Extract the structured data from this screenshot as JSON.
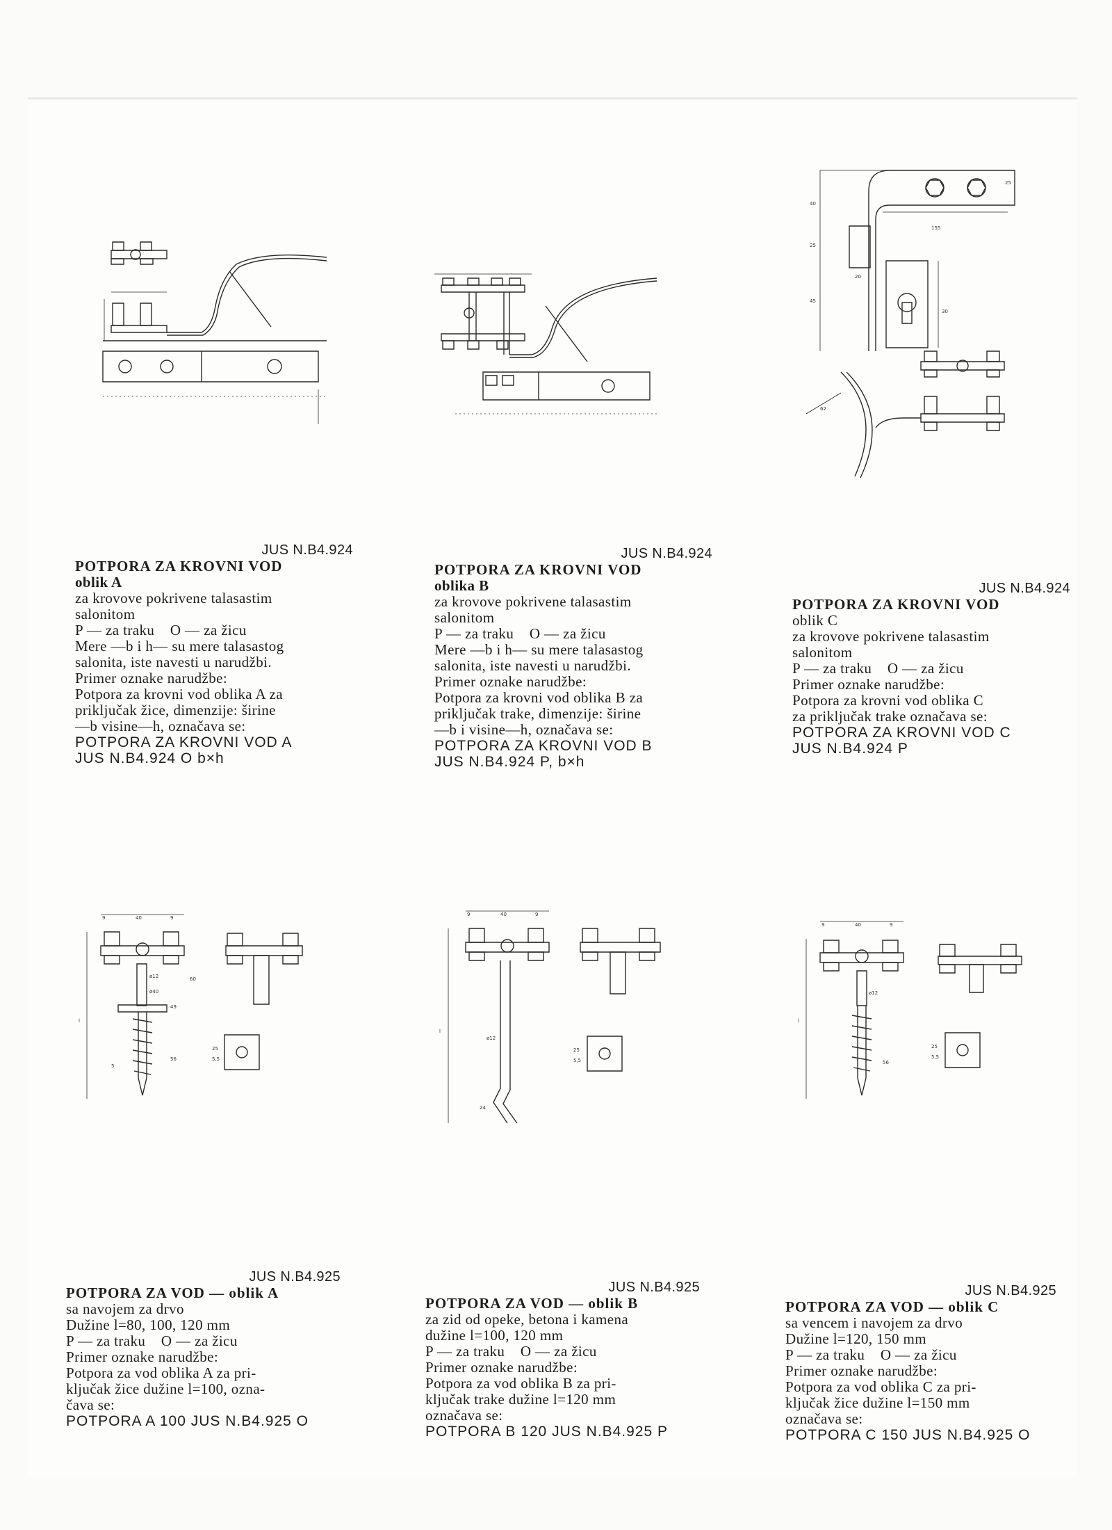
{
  "entries": [
    {
      "code": "JUS N.B4.924",
      "title": "POTPORA ZA KROVNI VOD",
      "subtitle": "oblik A",
      "lines": [
        "za krovove pokrivene talasastim",
        "salonitom",
        "P — za traku    O — za žicu",
        "Mere —b i h— su mere talasastog",
        "salonita, iste navesti u narudžbi.",
        "Primer oznake narudžbe:",
        "Potpora za krovni vod oblika A za",
        "priključak žice, dimenzije: širine",
        "—b visine—h, označava se:",
        "POTPORA ZA KROVNI VOD A",
        "JUS N.B4.924 O b×h"
      ]
    },
    {
      "code": "JUS N.B4.924",
      "title": "POTPORA ZA KROVNI VOD",
      "subtitle": "oblika B",
      "lines": [
        "za krovove pokrivene talasastim",
        "salonitom",
        "P — za traku    O — za žicu",
        "Mere —b i h— su mere talasastog",
        "salonita, iste navesti u narudžbi.",
        "Primer oznake narudžbe:",
        "Potpora za krovni vod oblika B za",
        "priključak trake, dimenzije: širine",
        "—b i visine—h, označava se:",
        "POTPORA ZA KROVNI VOD B",
        "JUS N.B4.924 P, b×h"
      ]
    },
    {
      "code": "JUS N.B4.924",
      "title": "POTPORA ZA KROVNI VOD",
      "subtitle": "oblik C",
      "lines": [
        "za krovove pokrivene talasastim",
        "salonitom",
        "P — za traku    O — za žicu",
        "Primer oznake narudžbe:",
        "Potpora za krovni vod oblika C",
        "za priključak trake označava se:",
        "POTPORA ZA KROVNI VOD C",
        "JUS N.B4.924 P"
      ]
    },
    {
      "code": "JUS N.B4.925",
      "title": "POTPORA ZA VOD — oblik A",
      "subtitle": "",
      "lines": [
        "sa navojem za drvo",
        "Dužine l=80, 100, 120 mm",
        "P — za traku    O — za žicu",
        "Primer oznake narudžbe:",
        "Potpora za vod oblika A za pri-",
        "ključak žice dužine l=100, ozna-",
        "čava se:",
        "POTPORA A 100 JUS N.B4.925 O"
      ]
    },
    {
      "code": "JUS N.B4.925",
      "title": "POTPORA ZA VOD — oblik B",
      "subtitle": "",
      "lines": [
        "za zid od opeke, betona i kamena",
        "dužine l=100, 120 mm",
        "P — za traku    O — za žicu",
        "Primer oznake narudžbe:",
        "Potpora za vod oblika B za pri-",
        "ključak trake dužine l=120 mm",
        "označava se:",
        "POTPORA B 120 JUS N.B4.925 P"
      ]
    },
    {
      "code": "JUS N.B4.925",
      "title": "POTPORA ZA VOD — oblik C",
      "subtitle": "",
      "lines": [
        "sa vencem i navojem za drvo",
        "Dužine l=120, 150 mm",
        "P — za traku    O — za žicu",
        "Primer oznake narudžbe:",
        "Potpora za vod oblika C za pri-",
        "ključak žice dužine l=150 mm",
        "označava se:",
        "POTPORA C 150 JUS N.B4.925 O"
      ]
    }
  ],
  "drawing_labels": {
    "top_c": [
      "40",
      "25",
      "155",
      "20",
      "45",
      "25",
      "30",
      "62"
    ],
    "bottom_a": [
      "9",
      "40",
      "9",
      "l",
      "60",
      "ø12",
      "ø40",
      "49",
      "56",
      "5",
      "25",
      "5,5"
    ],
    "bottom_b": [
      "9",
      "40",
      "9",
      "l",
      "ø12",
      "24",
      "25",
      "5,5"
    ],
    "bottom_c": [
      "9",
      "40",
      "9",
      "l",
      "ø12",
      "56",
      "25",
      "5,5"
    ]
  }
}
